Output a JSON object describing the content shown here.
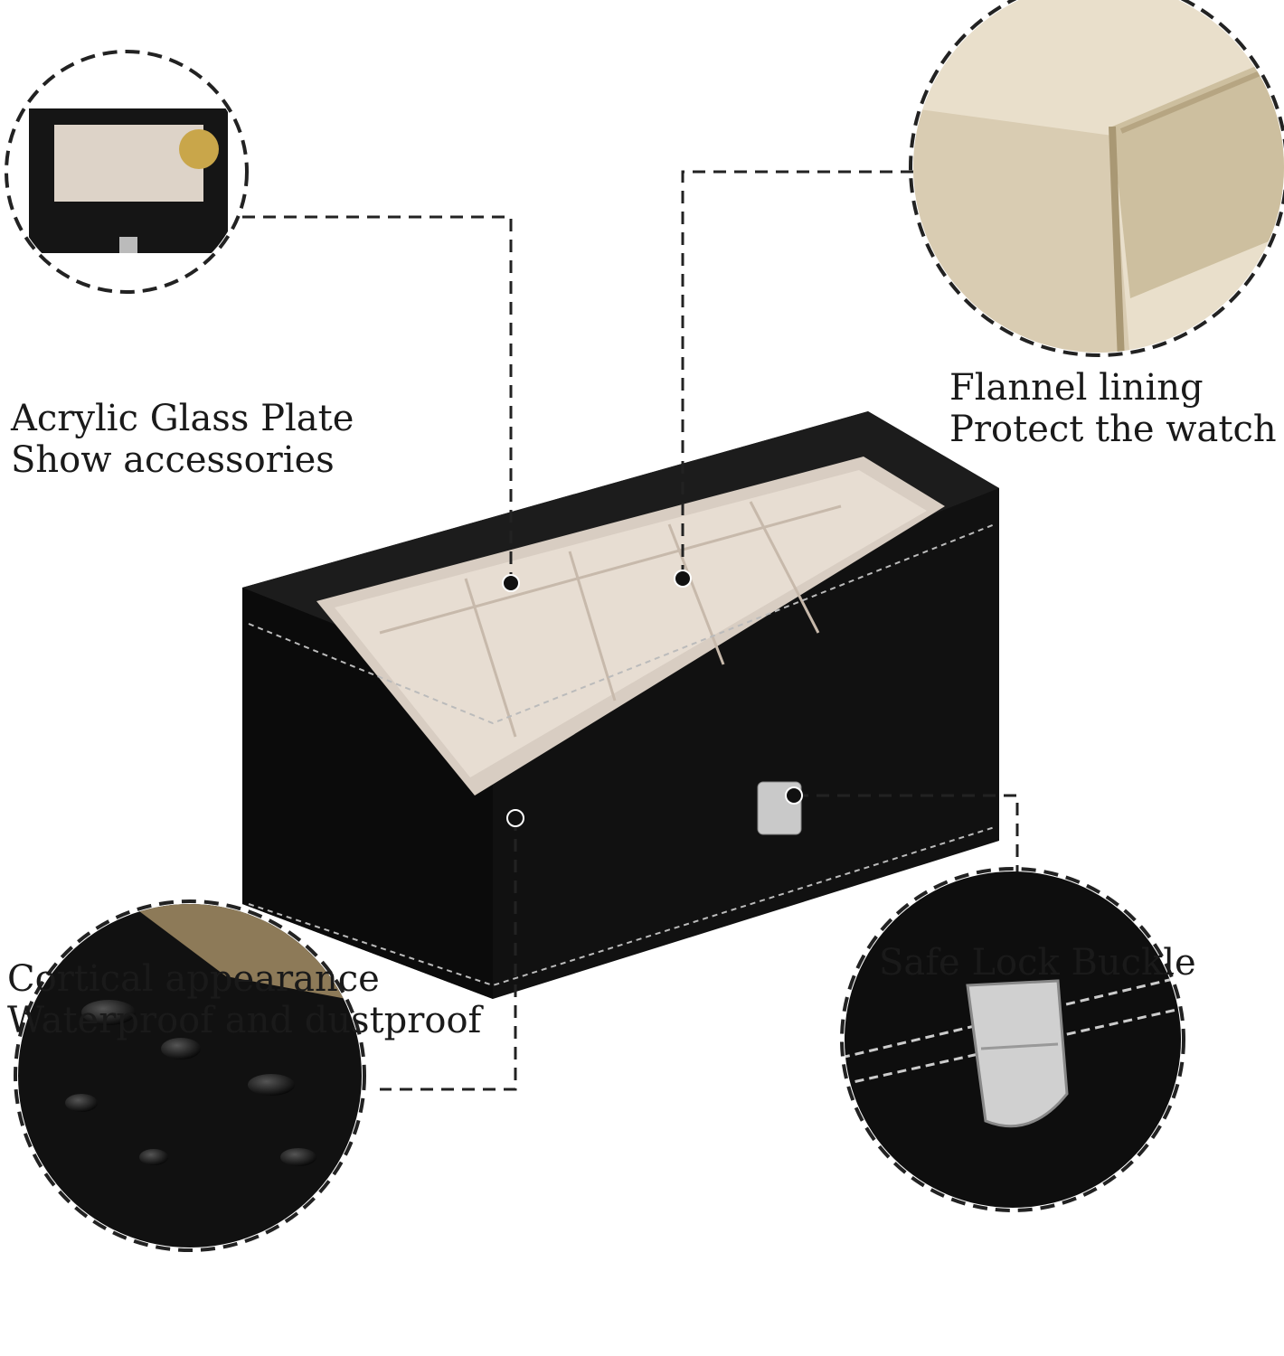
{
  "callouts": {
    "glass": {
      "line1": "Acrylic Glass Plate",
      "line2": "Show accessories"
    },
    "lining": {
      "line1": "Flannel lining",
      "line2": "Protect the watch"
    },
    "leather": {
      "line1": "Cortical appearance",
      "line2": "Waterproof and dustproof"
    },
    "lock": {
      "line1": "Safe Lock Buckle"
    }
  },
  "colors": {
    "box": "#141414",
    "lining": "#e8ddd0",
    "stitch": "#cfcfcf",
    "background": "#ffffff"
  }
}
